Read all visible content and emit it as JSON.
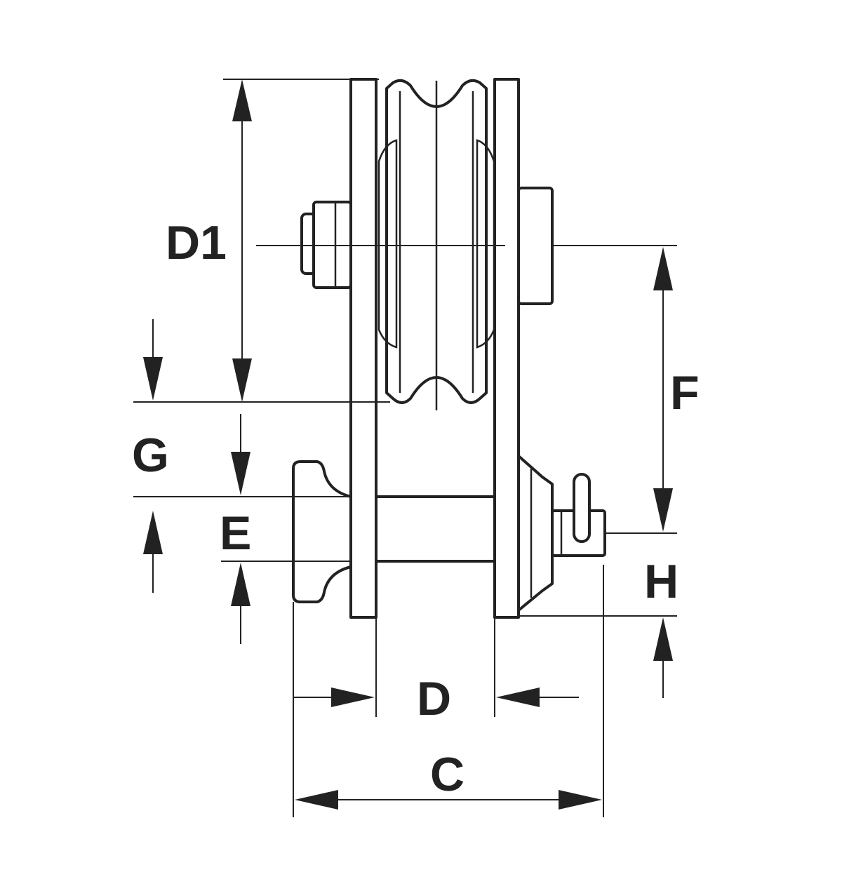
{
  "labels": {
    "d1": "D1",
    "f": "F",
    "g": "G",
    "e": "E",
    "h": "H",
    "d": "D",
    "c": "C"
  },
  "colors": {
    "line": "#222222",
    "background": "#ffffff"
  }
}
